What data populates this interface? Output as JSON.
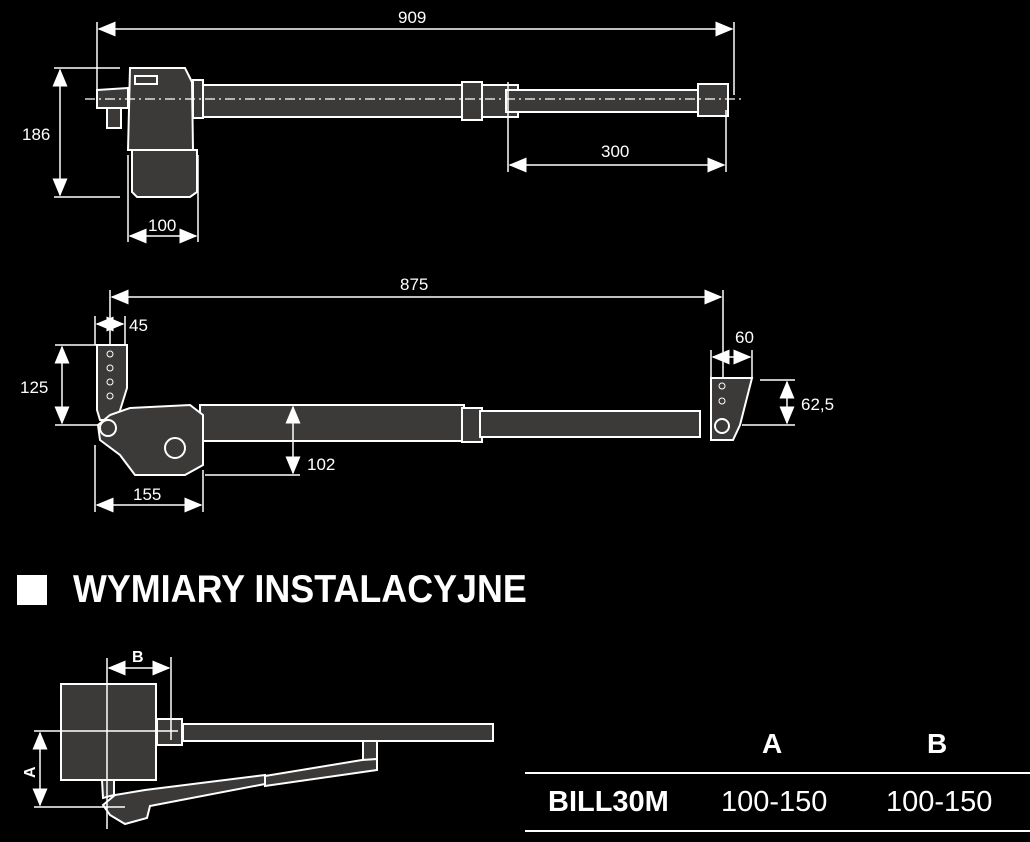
{
  "top_view": {
    "length": "909",
    "height": "186",
    "width": "100",
    "stroke": "300"
  },
  "side_view": {
    "length": "875",
    "bracket_offset": "45",
    "bracket_height": "125",
    "body_height": "102",
    "body_length": "155",
    "rear_bracket_width": "60",
    "rear_bracket_height": "62,5"
  },
  "heading": "WYMIARY INSTALACYJNE",
  "install_diagram": {
    "label_a": "A",
    "label_b": "B"
  },
  "table": {
    "headers": [
      "A",
      "B"
    ],
    "rows": [
      {
        "model": "BILL30M",
        "a": "100-150",
        "b": "100-150"
      }
    ]
  },
  "colors": {
    "background": "#000000",
    "body_fill": "#3c3a39",
    "line": "#ffffff"
  }
}
